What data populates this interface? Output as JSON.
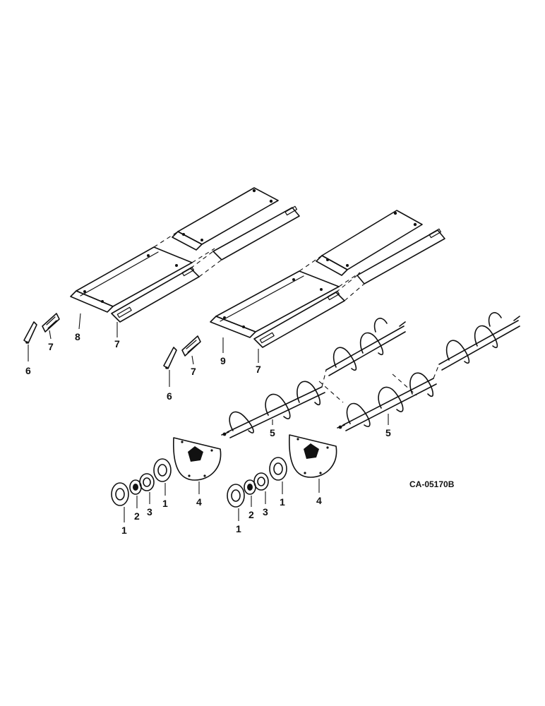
{
  "diagram_code": "CA-05170B",
  "callouts": {
    "left_shield": "6",
    "left_plate": "7",
    "left_pan": "8",
    "left_strip": "7",
    "right_shield": "6",
    "right_plate": "7",
    "right_pan": "9",
    "right_strip": "7",
    "auger_left": "5",
    "auger_right": "5",
    "left_bearing_outer": "1",
    "left_bearing_ring": "2",
    "left_bearing_collar": "3",
    "left_bearing_inner": "1",
    "left_end_plate": "4",
    "right_bearing_outer": "1",
    "right_bearing_ring": "2",
    "right_bearing_collar": "3",
    "right_bearing_inner": "1",
    "right_end_plate": "4"
  }
}
